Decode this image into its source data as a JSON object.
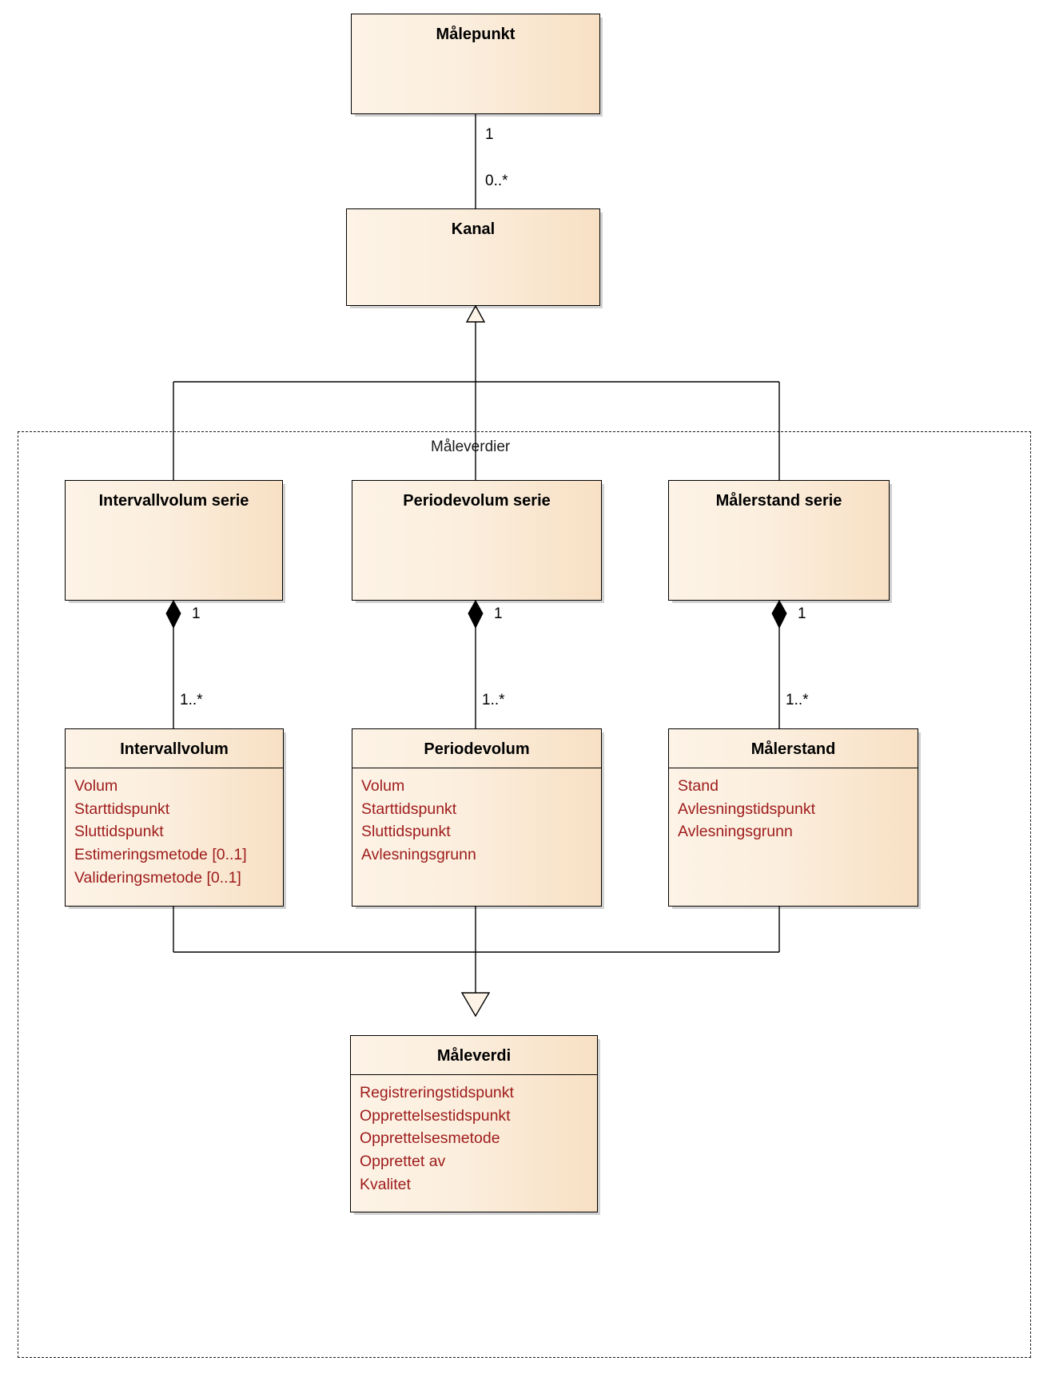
{
  "diagram": {
    "type": "uml-class-diagram",
    "language": "no",
    "package": {
      "name": "Måleverdier"
    },
    "colors": {
      "class_fill_light": "#fdf3e6",
      "class_fill_dark": "#f8e0c4",
      "class_border": "#000000",
      "attribute_text": "#9e1b1b",
      "title_text": "#000000",
      "connector": "#000000"
    },
    "classes": [
      {
        "id": "malepunkt",
        "name": "Målepunkt",
        "attributes": []
      },
      {
        "id": "kanal",
        "name": "Kanal",
        "attributes": []
      },
      {
        "id": "intervallvolumserie",
        "name": "Intervallvolum serie",
        "attributes": []
      },
      {
        "id": "periodevolumserie",
        "name": "Periodevolum serie",
        "attributes": []
      },
      {
        "id": "malerstandserie",
        "name": "Målerstand serie",
        "attributes": []
      },
      {
        "id": "intervallvolum",
        "name": "Intervallvolum",
        "attributes": [
          "Volum",
          "Starttidspunkt",
          "Sluttidspunkt",
          "Estimeringsmetode [0..1]",
          "Valideringsmetode [0..1]"
        ]
      },
      {
        "id": "periodevolum",
        "name": "Periodevolum",
        "attributes": [
          "Volum",
          "Starttidspunkt",
          "Sluttidspunkt",
          "Avlesningsgrunn"
        ]
      },
      {
        "id": "malerstand",
        "name": "Målerstand",
        "attributes": [
          "Stand",
          "Avlesningstidspunkt",
          "Avlesningsgrunn"
        ]
      },
      {
        "id": "maleverdi",
        "name": "Måleverdi",
        "attributes": [
          "Registreringstidspunkt",
          "Opprettelsestidspunkt",
          "Opprettelsesmetode",
          "Opprettet av",
          "Kvalitet"
        ]
      }
    ],
    "relationships": [
      {
        "kind": "association",
        "from": "malepunkt",
        "to": "kanal",
        "source_multiplicity": "1",
        "target_multiplicity": "0..*"
      },
      {
        "kind": "generalization",
        "from": "intervallvolumserie",
        "to": "kanal"
      },
      {
        "kind": "generalization",
        "from": "periodevolumserie",
        "to": "kanal"
      },
      {
        "kind": "generalization",
        "from": "malerstandserie",
        "to": "kanal"
      },
      {
        "kind": "composition",
        "from": "intervallvolumserie",
        "to": "intervallvolum",
        "source_multiplicity": "1",
        "target_multiplicity": "1..*"
      },
      {
        "kind": "composition",
        "from": "periodevolumserie",
        "to": "periodevolum",
        "source_multiplicity": "1",
        "target_multiplicity": "1..*"
      },
      {
        "kind": "composition",
        "from": "malerstandserie",
        "to": "malerstand",
        "source_multiplicity": "1",
        "target_multiplicity": "1..*"
      },
      {
        "kind": "generalization",
        "from": "intervallvolum",
        "to": "maleverdi"
      },
      {
        "kind": "generalization",
        "from": "periodevolum",
        "to": "maleverdi"
      },
      {
        "kind": "generalization",
        "from": "malerstand",
        "to": "maleverdi"
      }
    ],
    "multiplicity_labels": {
      "malepunkt_kanal_source": "1",
      "malepunkt_kanal_target": "0..*",
      "intervallvolumserie_source": "1",
      "intervallvolum_target": "1..*",
      "periodevolumserie_source": "1",
      "periodevolum_target": "1..*",
      "malerstandserie_source": "1",
      "malerstand_target": "1..*"
    }
  }
}
